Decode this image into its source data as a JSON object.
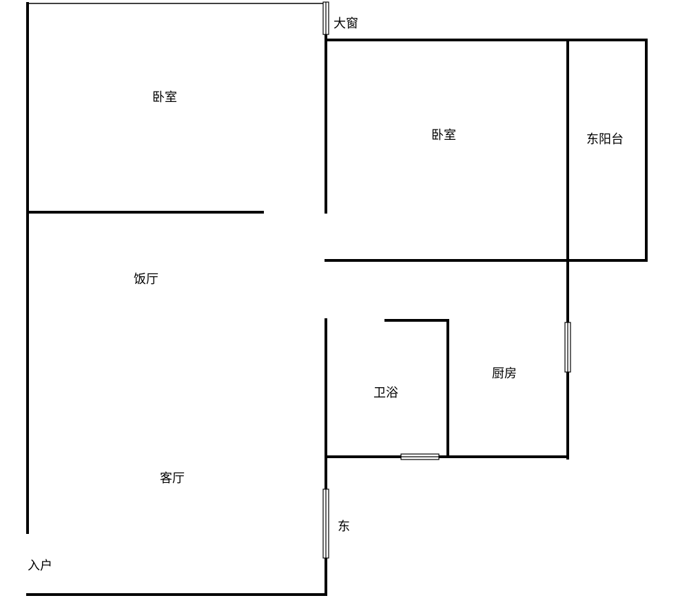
{
  "rooms": {
    "bedroom_left": "卧室",
    "bedroom_right": "卧室",
    "east_balcony": "东阳台",
    "dining": "饭厅",
    "bathroom": "卫浴",
    "kitchen": "厨房",
    "living": "客厅"
  },
  "annotations": {
    "big_window": "大窗",
    "east": "东",
    "entrance": "入户"
  },
  "colors": {
    "wall": "#000000",
    "background": "#ffffff"
  }
}
